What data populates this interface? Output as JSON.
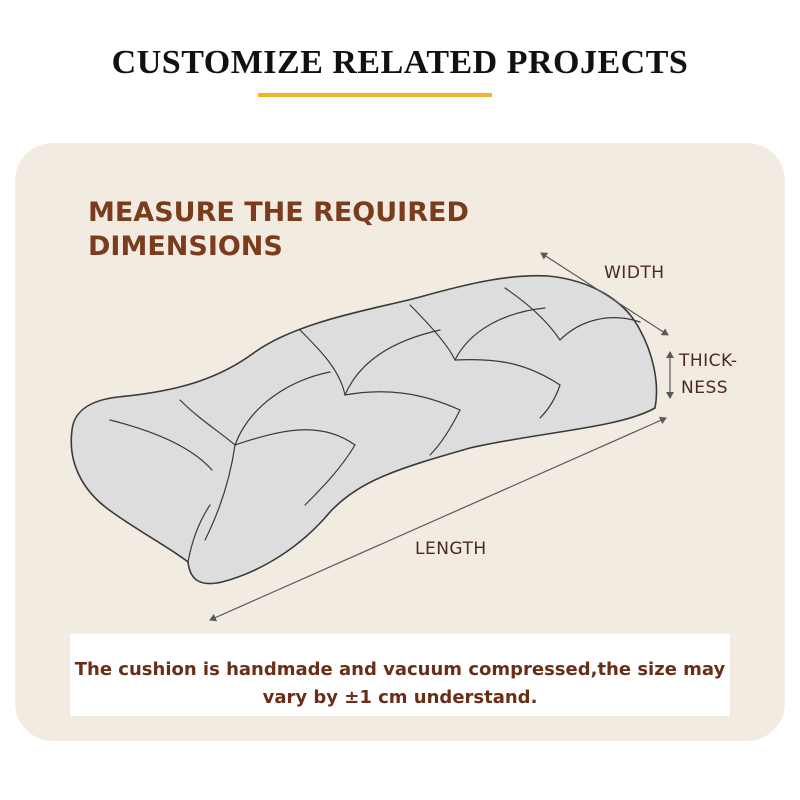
{
  "header": {
    "title": "CUSTOMIZE RELATED PROJECTS",
    "accent_color": "#f0b32e"
  },
  "panel": {
    "background_color": "#f1ebe1",
    "subtitle_line1": "MEASURE THE REQUIRED",
    "subtitle_line2": "DIMENSIONS",
    "subtitle_color": "#7a3c1c"
  },
  "diagram": {
    "object": "tufted-bench-cushion",
    "labels": {
      "width": "WIDTH",
      "thickness_line1": "THICK-",
      "thickness_line2": "NESS",
      "length": "LENGTH"
    }
  },
  "note": {
    "line1": "The cushion is handmade and vacuum compressed,the size may",
    "line2": "vary by ±1 cm understand.",
    "text_color": "#6a2e18"
  }
}
